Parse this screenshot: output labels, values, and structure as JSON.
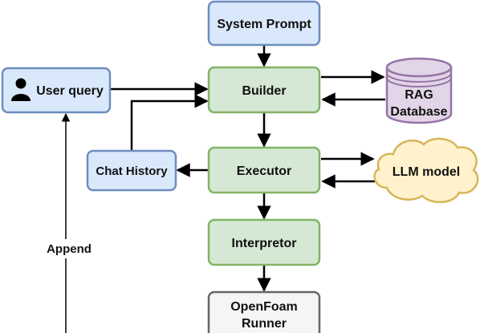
{
  "nodes": {
    "system_prompt": "System Prompt",
    "user_query": "User query",
    "builder": "Builder",
    "rag_database_line1": "RAG",
    "rag_database_line2": "Database",
    "chat_history": "Chat History",
    "executor": "Executor",
    "llm_model": "LLM model",
    "interpretor": "Interpretor",
    "openfoam_runner_line1": "OpenFoam",
    "openfoam_runner_line2": "Runner"
  },
  "edge_labels": {
    "append": "Append"
  },
  "icons": {
    "user_query": "user-icon"
  },
  "colors": {
    "blue_fill": "#dae8fc",
    "blue_stroke": "#6c8ebf",
    "green_fill": "#d5e8d4",
    "green_stroke": "#82b366",
    "purple_fill": "#e1d5e7",
    "purple_stroke": "#9673a6",
    "yellow_fill": "#fff2cc",
    "yellow_stroke": "#d6b656",
    "gray_fill": "#f5f5f5",
    "gray_stroke": "#666666"
  }
}
